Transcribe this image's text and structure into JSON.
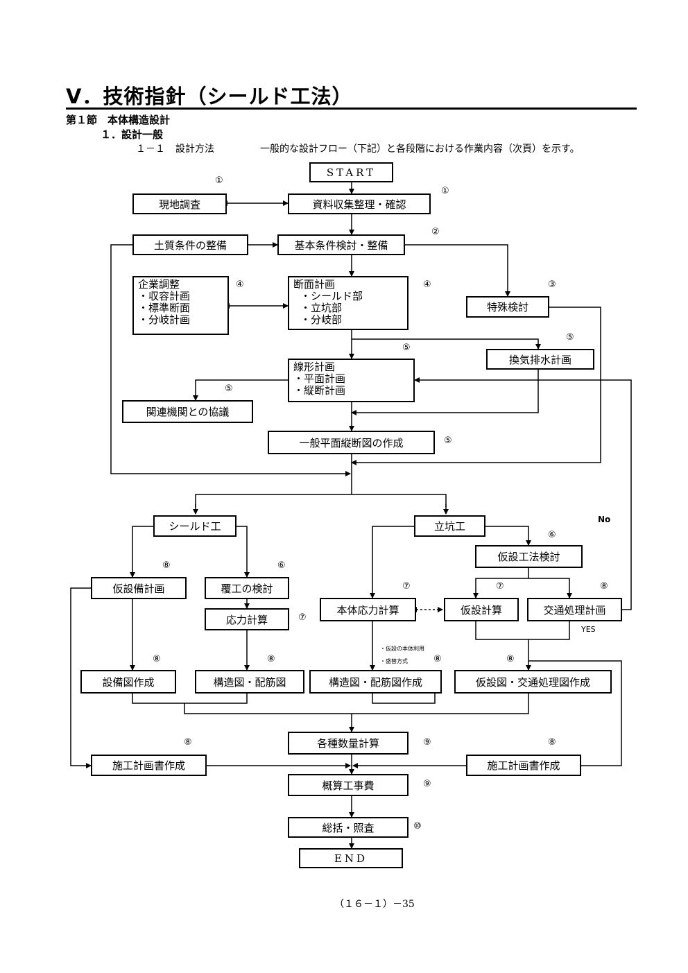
{
  "header": {
    "title": "Ⅴ．技術指針（シールド工法）",
    "section": "第１節　本体構造設計",
    "subsection": "１．設計一般",
    "item_number": "１－１",
    "item_title": "設計方法",
    "description": "一般的な設計フロー（下記）と各段階における作業内容（次頁）を示す。"
  },
  "nodes": {
    "start": "START",
    "genchi": "現地調査",
    "shiryo": "資料収集整理・確認",
    "doshitsu": "土質条件の整備",
    "kihon": "基本条件検討・整備",
    "kigyo": [
      "企業調整",
      "・収容計画",
      "・標準断面",
      "・分岐計画"
    ],
    "danmen": [
      "断面計画",
      "・シールド部",
      "・立坑部",
      "・分岐部"
    ],
    "tokushu": "特殊検討",
    "kanki": "換気排水計画",
    "senkei": [
      "線形計画",
      "・平面計画",
      "・縦断計画"
    ],
    "kanren": "関連機関との協議",
    "ippan": "一般平面縦断図の作成",
    "shield": "シールド工",
    "tatekou": "立坑工",
    "kasetsu_koho": "仮設工法検討",
    "kasetsubi": "仮設備計画",
    "fukko": "覆工の検討",
    "oryoku": "応力計算",
    "hontai": "本体応力計算",
    "kasetsu_keisan": "仮設計算",
    "kotsu": "交通処理計画",
    "setsubi_zu": "設備図作成",
    "kozo_zu": "構造図・配筋図",
    "kozo_zu2": "構造図・配筋図作成",
    "kasetsu_zu": "仮設図・交通処理図作成",
    "suryo": "各種数量計算",
    "seko_left": "施工計画書作成",
    "seko_right": "施工計画書作成",
    "gaisan": "概算工事費",
    "sokatsu": "総括・照査",
    "end": "END"
  },
  "step_numbers": {
    "n1": "①",
    "n2": "②",
    "n3": "③",
    "n4": "④",
    "n5": "⑤",
    "n6": "⑥",
    "n7": "⑦",
    "n8": "⑧",
    "n9": "⑨",
    "n10": "⑩"
  },
  "notes": {
    "note1": "・仮設の本体利用",
    "note2": "・盛替方式"
  },
  "labels": {
    "no": "No",
    "yes": "YES"
  },
  "footer": {
    "page": "（１６－１）－35"
  }
}
